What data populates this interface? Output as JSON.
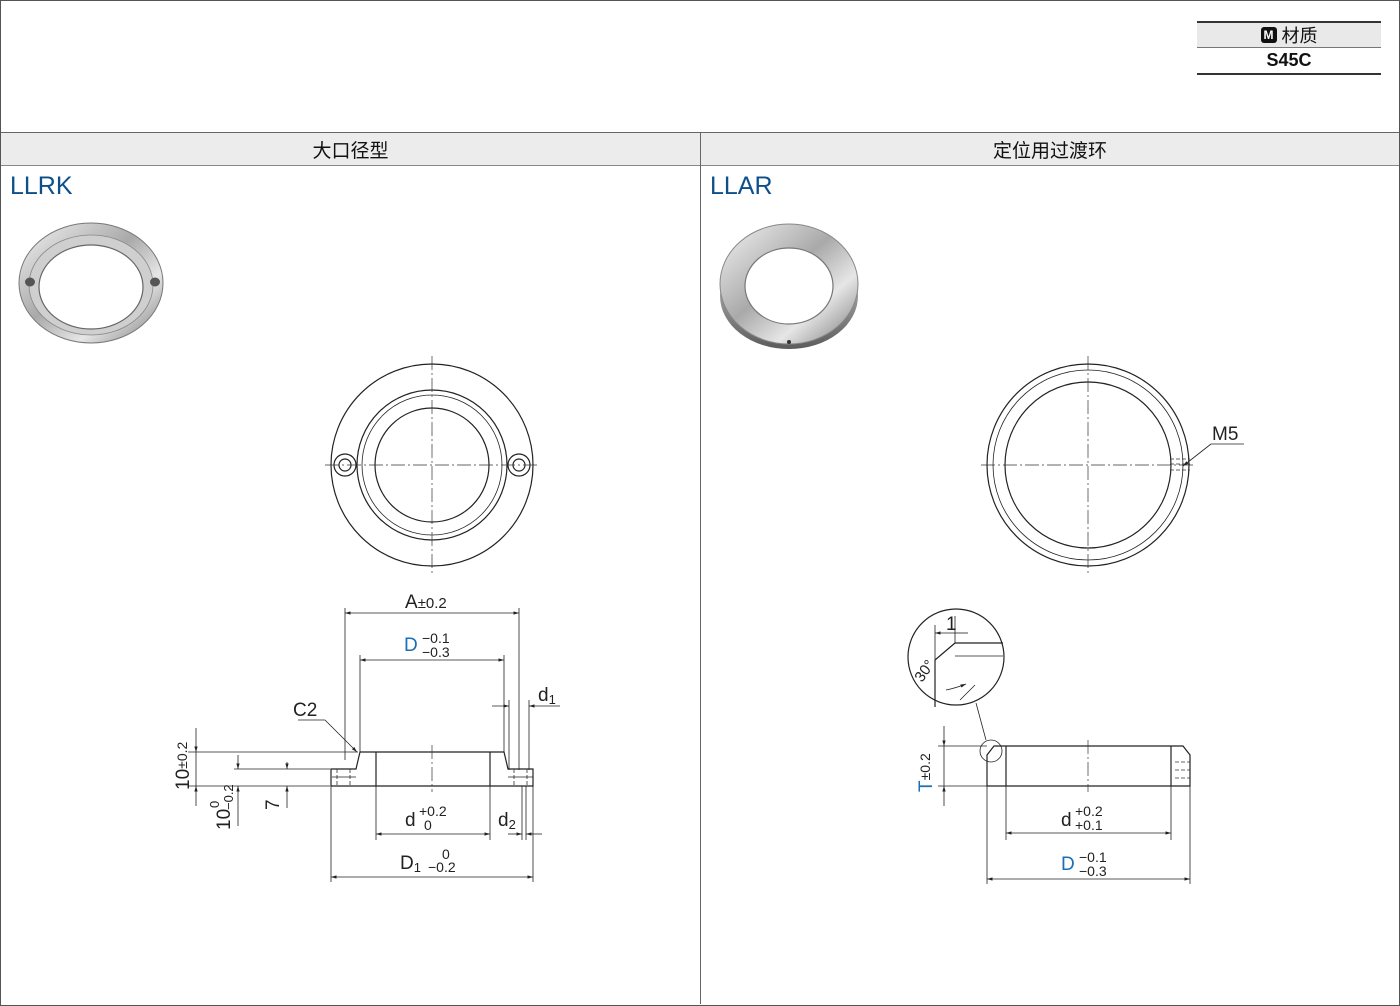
{
  "material": {
    "icon": "M",
    "label": "材质",
    "value": "S45C"
  },
  "left": {
    "header": "大口径型",
    "code": "LLRK",
    "dims": {
      "A": "A",
      "A_tol": "±0.2",
      "D": "D",
      "D_up": "−0.1",
      "D_lo": "−0.3",
      "d1": "d",
      "d1_sub": "1",
      "chamfer": "C2",
      "h10": "10",
      "h10_tol": "±0.2",
      "h10b": "10",
      "h10b_up": "0",
      "h10b_lo": "−0.2",
      "h7": "7",
      "d": "d",
      "d_up": "+0.2",
      "d_lo": "0",
      "d2": "d",
      "d2_sub": "2",
      "D1": "D",
      "D1_sub": "1",
      "D1_up": "0",
      "D1_lo": "−0.2"
    }
  },
  "right": {
    "header": "定位用过渡环",
    "code": "LLAR",
    "dims": {
      "thread": "M5",
      "detail_1": "1",
      "angle": "30°",
      "T": "T",
      "T_tol": "±0.2",
      "d": "d",
      "d_up": "+0.2",
      "d_lo": "+0.1",
      "D": "D",
      "D_up": "−0.1",
      "D_lo": "−0.3"
    }
  }
}
